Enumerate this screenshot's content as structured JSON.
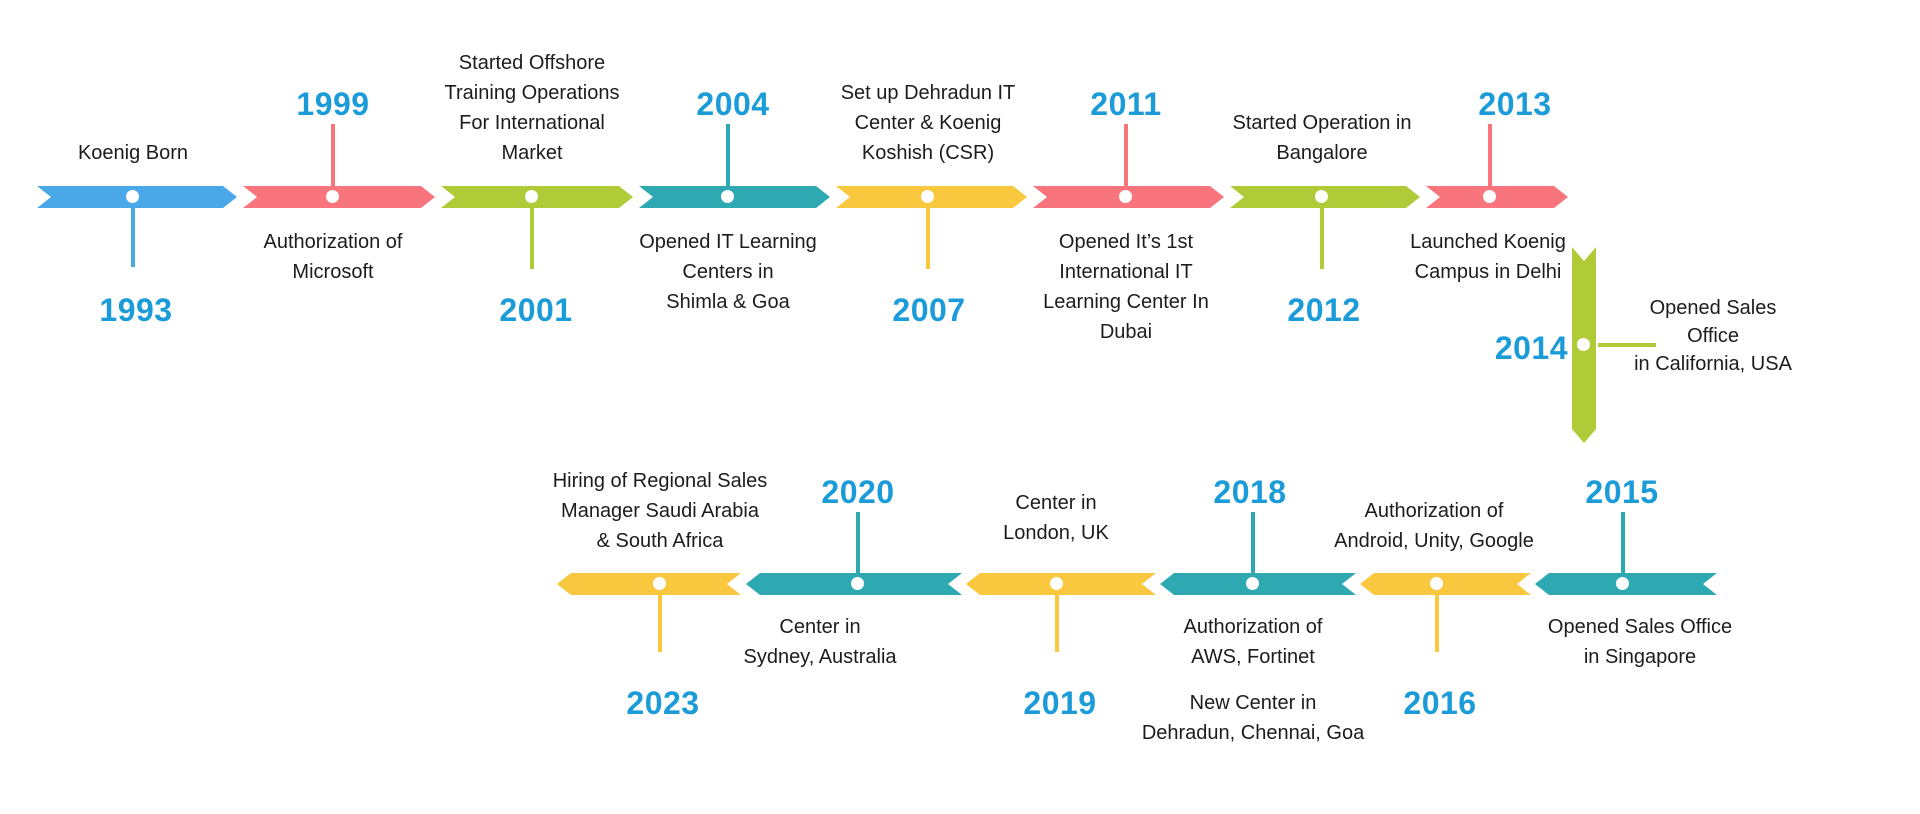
{
  "palette": {
    "blue": "#4AA7E8",
    "pink": "#F8757E",
    "green": "#AFCB37",
    "teal": "#2FA9B1",
    "yellow": "#FAC83F",
    "year_text": "#1B9CD9",
    "event_text": "#1C1C1C",
    "marker_dot": "#FFFFFF"
  },
  "milestones": {
    "m1993": {
      "year": "1993",
      "label": "Koenig Born",
      "color": "blue",
      "year_position": "below"
    },
    "m1999": {
      "year": "1999",
      "label": "Authorization of\nMicrosoft",
      "color": "pink",
      "year_position": "above"
    },
    "m2001": {
      "year": "2001",
      "label": "Started Offshore\nTraining Operations\nFor International\nMarket",
      "color": "green",
      "year_position": "below"
    },
    "m2004": {
      "year": "2004",
      "label": "Opened IT Learning\nCenters in\nShimla & Goa",
      "color": "teal",
      "year_position": "above"
    },
    "m2007": {
      "year": "2007",
      "label": "Set up Dehradun IT\nCenter & Koenig\nKoshish (CSR)",
      "color": "yellow",
      "year_position": "below"
    },
    "m2011": {
      "year": "2011",
      "label": "Opened It’s 1st\nInternational IT\nLearning Center In\nDubai",
      "color": "pink",
      "year_position": "above"
    },
    "m2012": {
      "year": "2012",
      "label": "Started Operation in\nBangalore",
      "color": "green",
      "year_position": "below"
    },
    "m2013": {
      "year": "2013",
      "label": "Launched Koenig\nCampus in Delhi",
      "color": "pink",
      "year_position": "above"
    },
    "m2014": {
      "year": "2014",
      "label": "Opened Sales\nOffice\nin California, USA",
      "color": "green",
      "orientation": "vertical",
      "year_position": "left"
    },
    "m2015": {
      "year": "2015",
      "label": "Opened Sales Office\nin Singapore",
      "color": "teal",
      "year_position": "above"
    },
    "m2016": {
      "year": "2016",
      "label": "Authorization of\nAndroid, Unity, Google",
      "color": "yellow",
      "year_position": "below"
    },
    "m2018": {
      "year": "2018",
      "label": "Authorization of\nAWS, Fortinet",
      "label2": "New Center in\nDehradun, Chennai, Goa",
      "color": "teal",
      "year_position": "above"
    },
    "m2019": {
      "year": "2019",
      "label": "Center in\nLondon, UK",
      "color": "yellow",
      "year_position": "below"
    },
    "m2020": {
      "year": "2020",
      "label": "Center in\nSydney, Australia",
      "color": "teal",
      "year_position": "above"
    },
    "m2023": {
      "year": "2023",
      "label": "Hiring of Regional Sales\nManager Saudi Arabia\n& South Africa",
      "color": "yellow",
      "year_position": "below"
    }
  },
  "rows": {
    "top_left_to_right": [
      "1993",
      "1999",
      "2001",
      "2004",
      "2007",
      "2011",
      "2012",
      "2013",
      "2014"
    ],
    "bottom_right_to_left": [
      "2015",
      "2016",
      "2018",
      "2019",
      "2020",
      "2023"
    ]
  }
}
